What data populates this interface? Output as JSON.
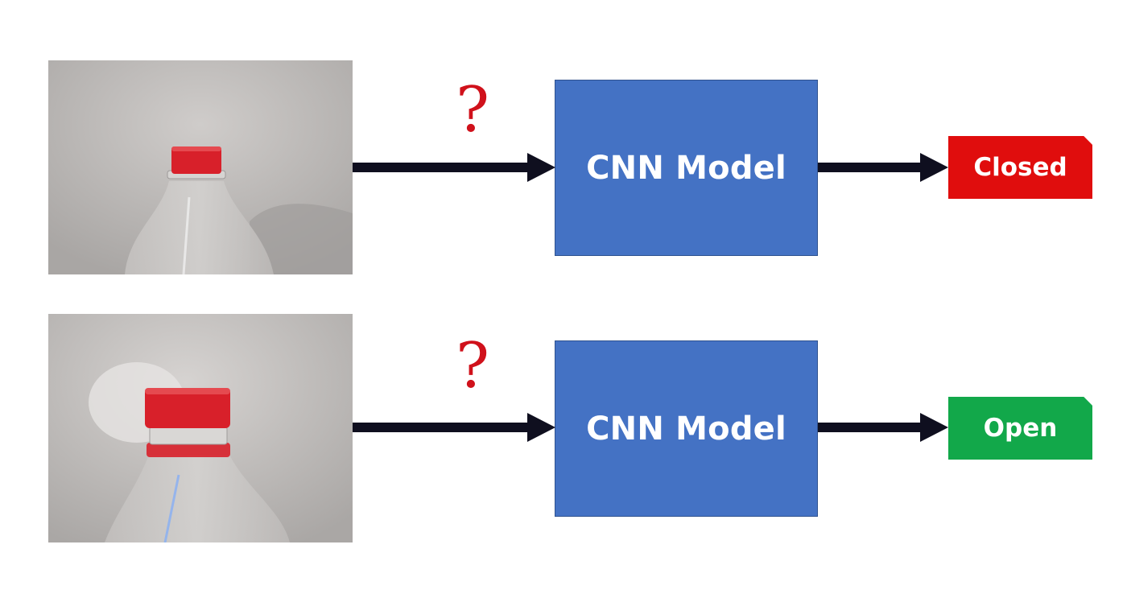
{
  "rows": [
    {
      "question_mark": "?",
      "model_label": "CNN Model",
      "result_label": "Closed",
      "result_color": "#e00d0d"
    },
    {
      "question_mark": "?",
      "model_label": "CNN Model",
      "result_label": "Open",
      "result_color": "#12a84a"
    }
  ],
  "colors": {
    "model_box": "#4472c4",
    "arrow": "#0f0f1f",
    "question_mark": "#d0111b",
    "bottle_cap": "#d8202a"
  }
}
